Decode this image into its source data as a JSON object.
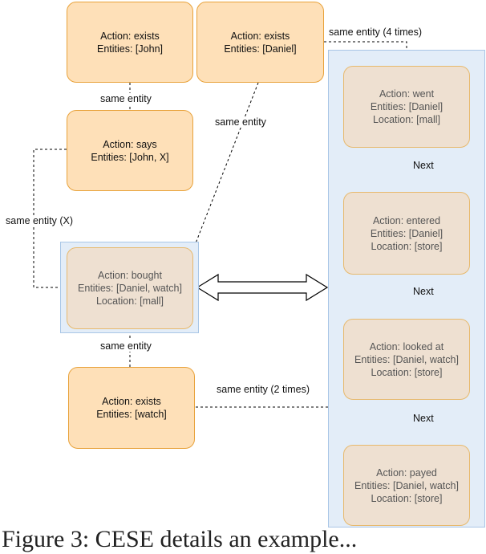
{
  "nodes": {
    "exists_john": {
      "action": "Action: exists",
      "entities": "Entities: [John]"
    },
    "exists_daniel": {
      "action": "Action: exists",
      "entities": "Entities: [Daniel]"
    },
    "says": {
      "action": "Action: says",
      "entities": "Entities: [John, X]"
    },
    "bought": {
      "action": "Action: bought",
      "entities": "Entities: [Daniel, watch]",
      "location": "Location: [mall]"
    },
    "exists_watch": {
      "action": "Action: exists",
      "entities": "Entities: [watch]"
    },
    "went": {
      "action": "Action: went",
      "entities": "Entities: [Daniel]",
      "location": "Location: [mall]"
    },
    "entered": {
      "action": "Action: entered",
      "entities": "Entities: [Daniel]",
      "location": "Location: [store]"
    },
    "looked_at": {
      "action": "Action: looked at",
      "entities": "Entities: [Daniel, watch]",
      "location": "Location: [store]"
    },
    "payed": {
      "action": "Action: payed",
      "entities": "Entities: [Daniel, watch]",
      "location": "Location: [store]"
    }
  },
  "edge_labels": {
    "same_entity_john": "same entity",
    "same_entity_daniel": "same entity",
    "same_entity_x": "same entity (X)",
    "same_entity_watch": "same entity",
    "same_entity_4": "same entity  (4 times)",
    "same_entity_2": "same entity (2 times)",
    "next_1": "Next",
    "next_2": "Next",
    "next_3": "Next"
  },
  "caption": "Figure 3: CESE details an example..."
}
